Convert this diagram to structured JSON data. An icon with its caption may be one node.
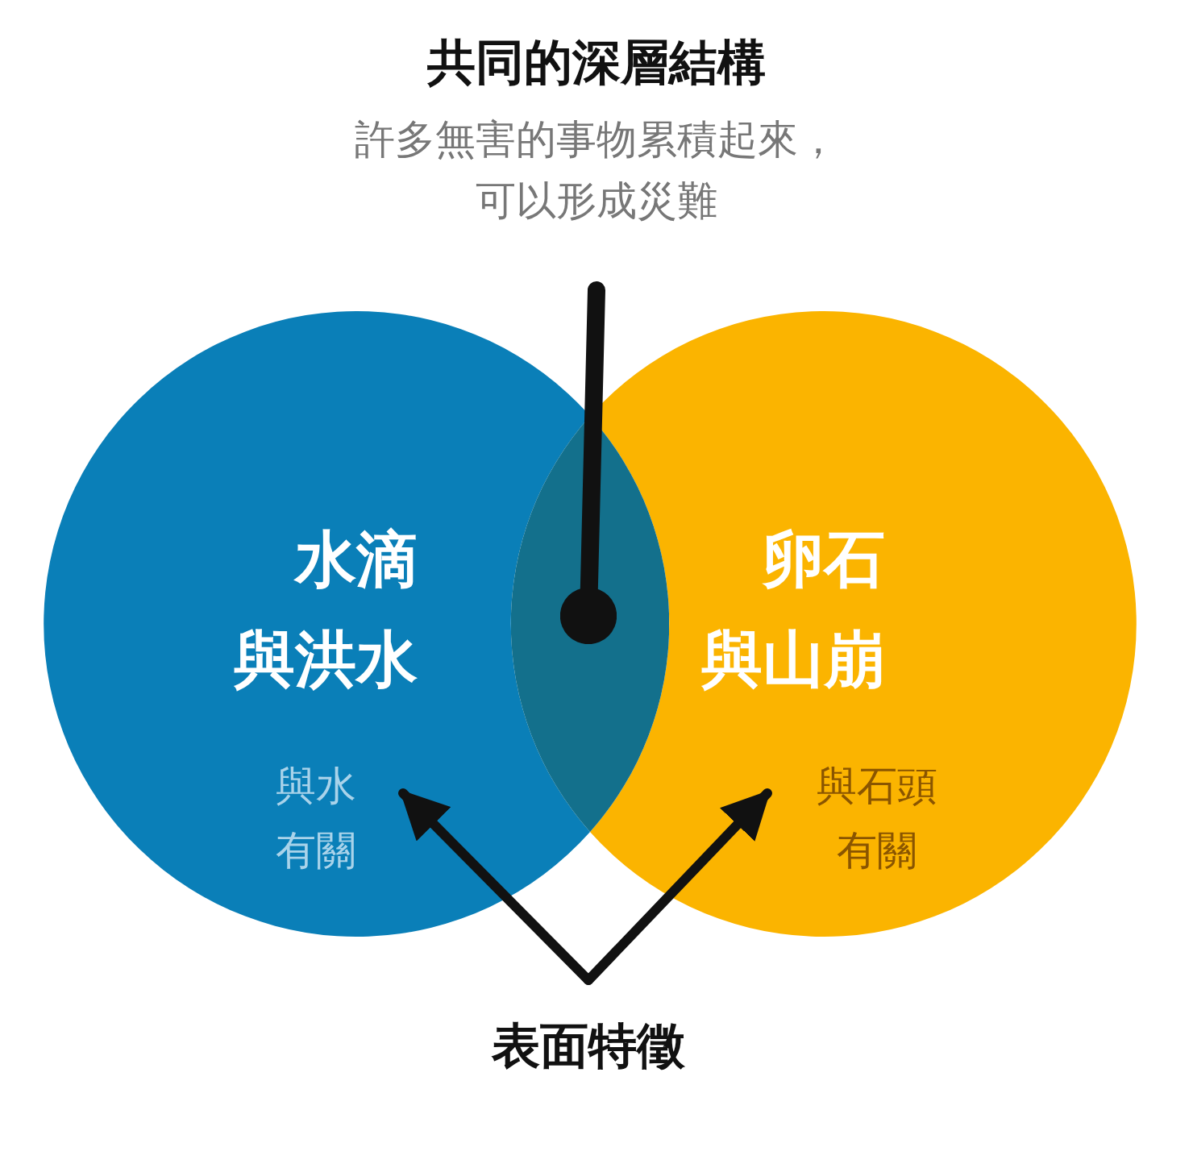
{
  "diagram": {
    "nodes": [
      {
        "text": [
          "共同的深層結構",
          "許多無害的事物累積起來，可以形成災難"
        ]
      },
      {
        "text": [
          "水滴與洪水"
        ]
      },
      {
        "text": [
          "與水有關"
        ],
        "in": 1
      },
      {
        "text": [
          "卵石與山崩"
        ]
      },
      {
        "text": [
          "與石頭有關"
        ],
        "in": 3
      },
      {
        "text": [],
        "shape": "lens"
      },
      {
        "text": [
          "表面特徵"
        ]
      }
    ],
    "edges": [
      {
        "from": 0,
        "to": 5,
        "arrow": "other",
        "style": "thick"
      },
      {
        "from": 6,
        "to": 2,
        "arrow": "to"
      },
      {
        "from": 6,
        "to": 4,
        "arrow": "to"
      }
    ]
  }
}
